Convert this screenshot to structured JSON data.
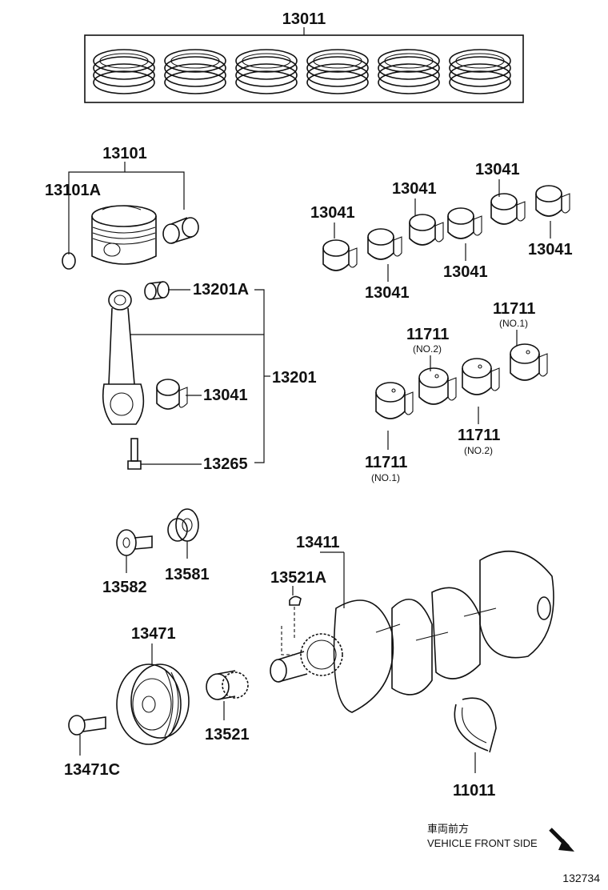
{
  "callouts": {
    "ring_set": "13011",
    "piston": "13101",
    "piston_snap_ring": "13101A",
    "pin_bushing": "13201A",
    "connecting_rod": "13201",
    "rod_bearing": "13041",
    "rod_bolt": "13265",
    "bearings_top": [
      "13041",
      "13041",
      "13041",
      "13041",
      "13041",
      "13041"
    ],
    "main_bearings": [
      "11711",
      "11711",
      "11711",
      "11711"
    ],
    "main_bearing_notes": [
      "(NO.1)",
      "(NO.2)",
      "(NO.2)",
      "(NO.1)"
    ],
    "bolt_13582": "13582",
    "washer_13581": "13581",
    "crankshaft": "13411",
    "key": "13521A",
    "pulley": "13471",
    "pulley_bolt": "13471C",
    "sprocket": "13521",
    "thrust_washer": "11011"
  },
  "footer": {
    "direction_jp": "車両前方",
    "direction_en": "VEHICLE FRONT SIDE",
    "illustration_id": "132734"
  }
}
